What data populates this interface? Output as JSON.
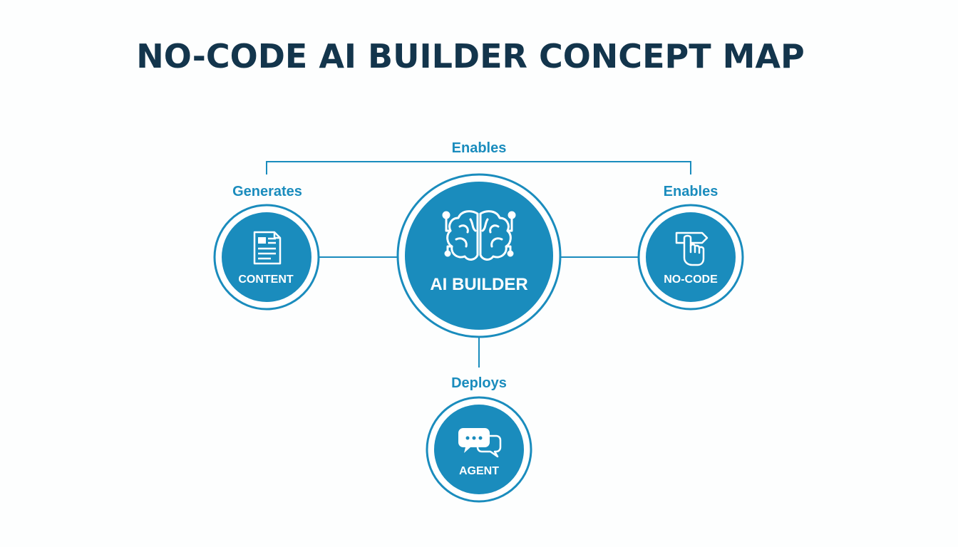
{
  "title": "NO-CODE AI BUILDER CONCEPT MAP",
  "colors": {
    "title": "#13354c",
    "node_fill": "#1a8cbd",
    "node_ring": "#1a8cbd",
    "label": "#1a8cbd",
    "icon": "#ffffff"
  },
  "nodes": {
    "center": {
      "label": "AI BUILDER",
      "icon": "brain-circuit-icon"
    },
    "left": {
      "label": "CONTENT",
      "icon": "document-icon"
    },
    "right": {
      "label": "NO-CODE",
      "icon": "pointer-hand-icon"
    },
    "bottom": {
      "label": "AGENT",
      "icon": "chat-bubbles-icon"
    }
  },
  "edges": {
    "top": "Enables",
    "left": "Generates",
    "right": "Enables",
    "bottom": "Deploys"
  }
}
